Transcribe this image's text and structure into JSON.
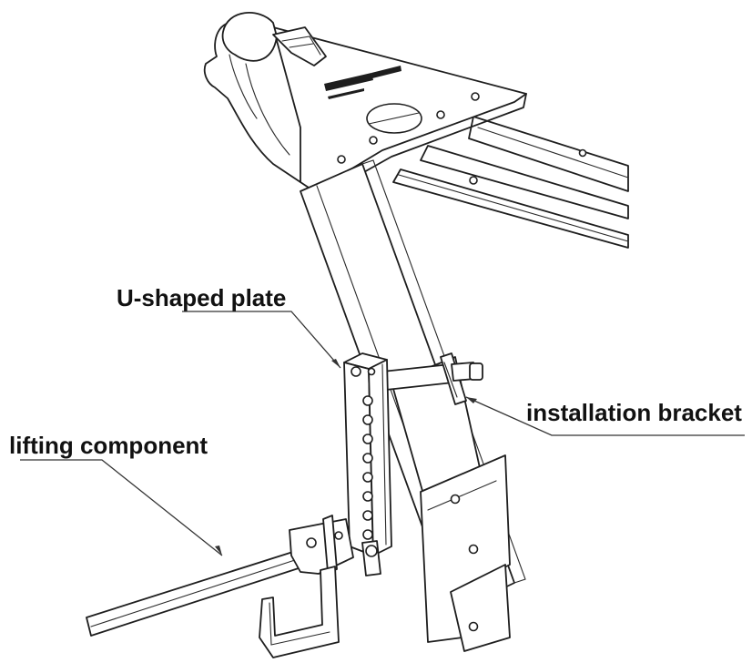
{
  "labels": {
    "u_shaped_plate": "U-shaped plate",
    "installation_bracket": "installation bracket",
    "lifting_component": "lifting component"
  },
  "colors": {
    "line": "#1e1e1e",
    "background": "#ffffff",
    "text": "#111111"
  }
}
